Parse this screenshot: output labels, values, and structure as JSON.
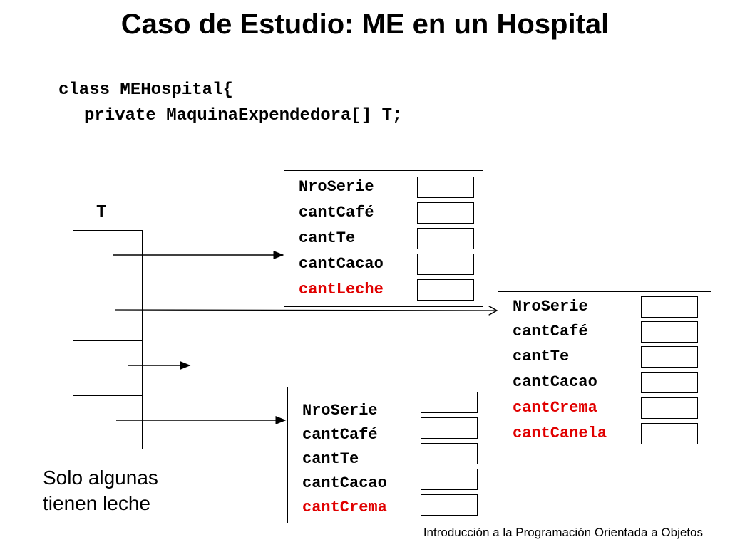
{
  "title": "Caso de Estudio: ME en un Hospital",
  "code": {
    "line1": "class MEHospital{",
    "line2": "private MaquinaExpendedora[] T;"
  },
  "array_label": "T",
  "machines": [
    {
      "fields": [
        {
          "name": "NroSerie",
          "highlight": false
        },
        {
          "name": "cantCafé",
          "highlight": false
        },
        {
          "name": "cantTe",
          "highlight": false
        },
        {
          "name": "cantCacao",
          "highlight": false
        },
        {
          "name": "cantLeche",
          "highlight": true
        }
      ]
    },
    {
      "fields": [
        {
          "name": "NroSerie",
          "highlight": false
        },
        {
          "name": "cantCafé",
          "highlight": false
        },
        {
          "name": "cantTe",
          "highlight": false
        },
        {
          "name": "cantCacao",
          "highlight": false
        },
        {
          "name": "cantCrema",
          "highlight": true
        },
        {
          "name": "cantCanela",
          "highlight": true
        }
      ]
    },
    {
      "fields": [
        {
          "name": "NroSerie",
          "highlight": false
        },
        {
          "name": "cantCafé",
          "highlight": false
        },
        {
          "name": "cantTe",
          "highlight": false
        },
        {
          "name": "cantCacao",
          "highlight": false
        },
        {
          "name": "cantCrema",
          "highlight": true
        }
      ]
    }
  ],
  "note": {
    "line1": "Solo algunas",
    "line2": "tienen leche"
  },
  "footer": "Introducción a la Programación Orientada a Objetos",
  "colors": {
    "highlight": "#e00000",
    "default": "#000000"
  }
}
